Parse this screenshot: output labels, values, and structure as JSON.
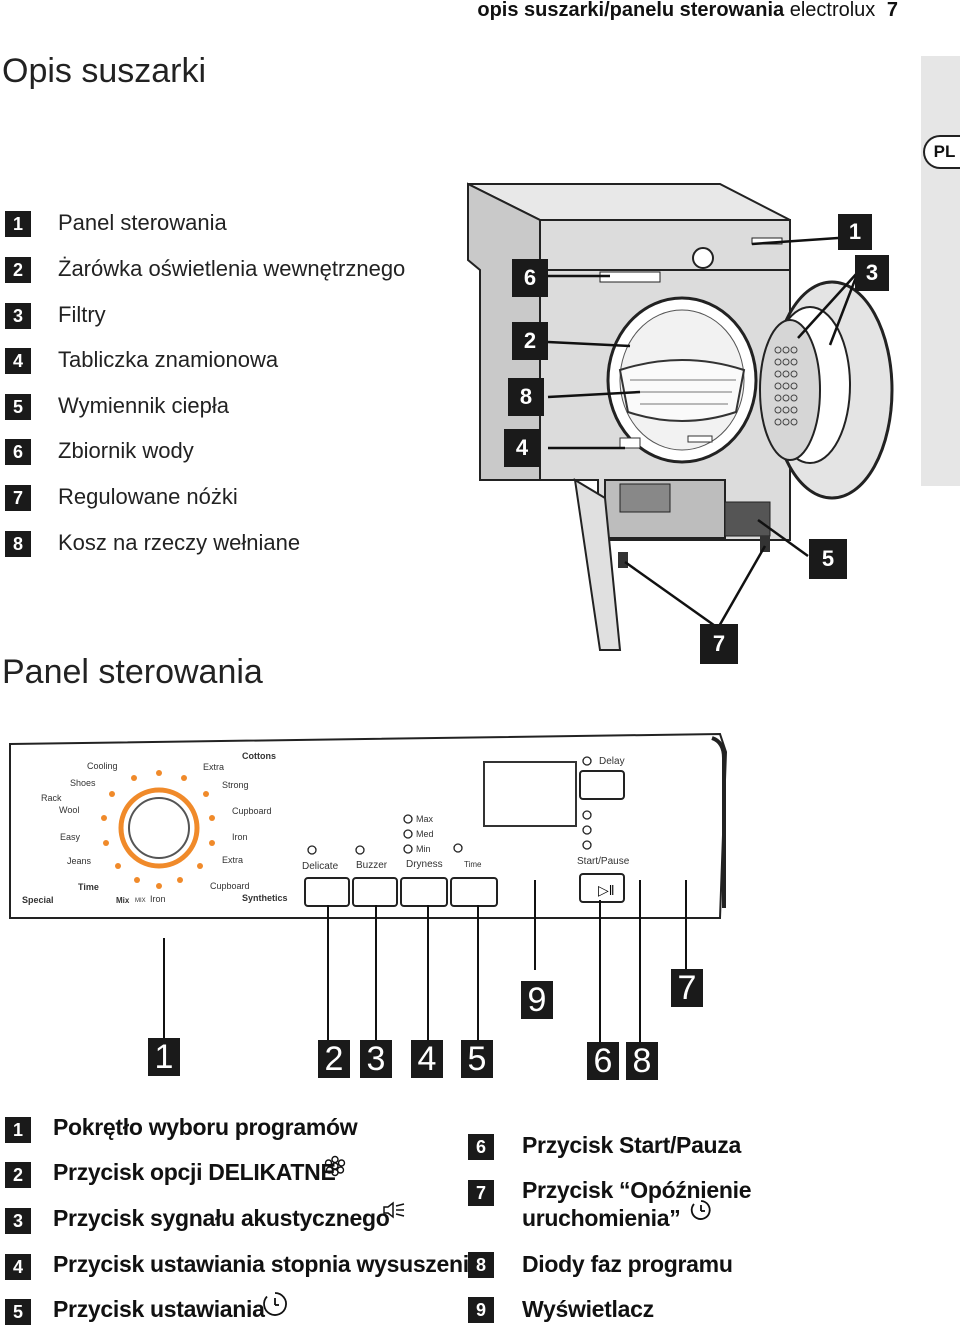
{
  "header": {
    "running_title": "opis suszarki/panelu sterowania",
    "brand": "electrolux",
    "page_number": "7",
    "language": "PL"
  },
  "section1": {
    "title": "Opis suszarki",
    "items": [
      {
        "num": "1",
        "label": "Panel sterowania"
      },
      {
        "num": "2",
        "label": "Żarówka oświetlenia wewnętrznego"
      },
      {
        "num": "3",
        "label": "Filtry"
      },
      {
        "num": "4",
        "label": "Tabliczka znamionowa"
      },
      {
        "num": "5",
        "label": "Wymiennik ciepła"
      },
      {
        "num": "6",
        "label": "Zbiornik wody"
      },
      {
        "num": "7",
        "label": "Regulowane nóżki"
      },
      {
        "num": "8",
        "label": "Kosz na rzeczy wełniane"
      }
    ],
    "diagram_callouts": [
      "1",
      "3",
      "6",
      "2",
      "8",
      "4",
      "5",
      "7"
    ]
  },
  "section2": {
    "title": "Panel sterowania",
    "dial_labels": {
      "cooling": "Cooling",
      "shoes": "Shoes",
      "rack": "Rack",
      "wool": "Wool",
      "easy": "Easy",
      "jeans": "Jeans",
      "time": "Time",
      "special": "Special",
      "mix": "Mix",
      "iron_bottom": "Iron",
      "cottons": "Cottons",
      "extra_top": "Extra",
      "strong": "Strong",
      "cupboard_right": "Cupboard",
      "iron_right": "Iron",
      "extra_right": "Extra",
      "cupboard_bottom": "Cupboard",
      "synthetics": "Synthetics",
      "mix_badge": "MIX"
    },
    "buttons": {
      "delicate": "Delicate",
      "buzzer": "Buzzer",
      "dryness": "Dryness",
      "time": "Time",
      "delay": "Delay",
      "start_pause": "Start/Pause"
    },
    "dryness_levels": [
      "Max",
      "Med",
      "Min"
    ],
    "panel_callouts": [
      "1",
      "2",
      "3",
      "4",
      "5",
      "6",
      "8",
      "9",
      "7"
    ],
    "legend_left": [
      {
        "num": "1",
        "label": "Pokrętło wyboru programów",
        "icon": ""
      },
      {
        "num": "2",
        "label": "Przycisk opcji DELIKATNE",
        "icon": "delicate-icon"
      },
      {
        "num": "3",
        "label": "Przycisk sygnału akustycznego",
        "icon": "buzzer-icon"
      },
      {
        "num": "4",
        "label": "Przycisk ustawiania stopnia wysuszenia",
        "icon": ""
      },
      {
        "num": "5",
        "label": "Przycisk ustawiania",
        "icon": "clock-icon"
      }
    ],
    "legend_right": [
      {
        "num": "6",
        "label": "Przycisk Start/Pauza"
      },
      {
        "num": "7",
        "label_line1": "Przycisk “Opóźnienie",
        "label_line2": "uruchomienia”"
      },
      {
        "num": "8",
        "label": "Diody faz programu"
      },
      {
        "num": "9",
        "label": "Wyświetlacz"
      }
    ]
  }
}
